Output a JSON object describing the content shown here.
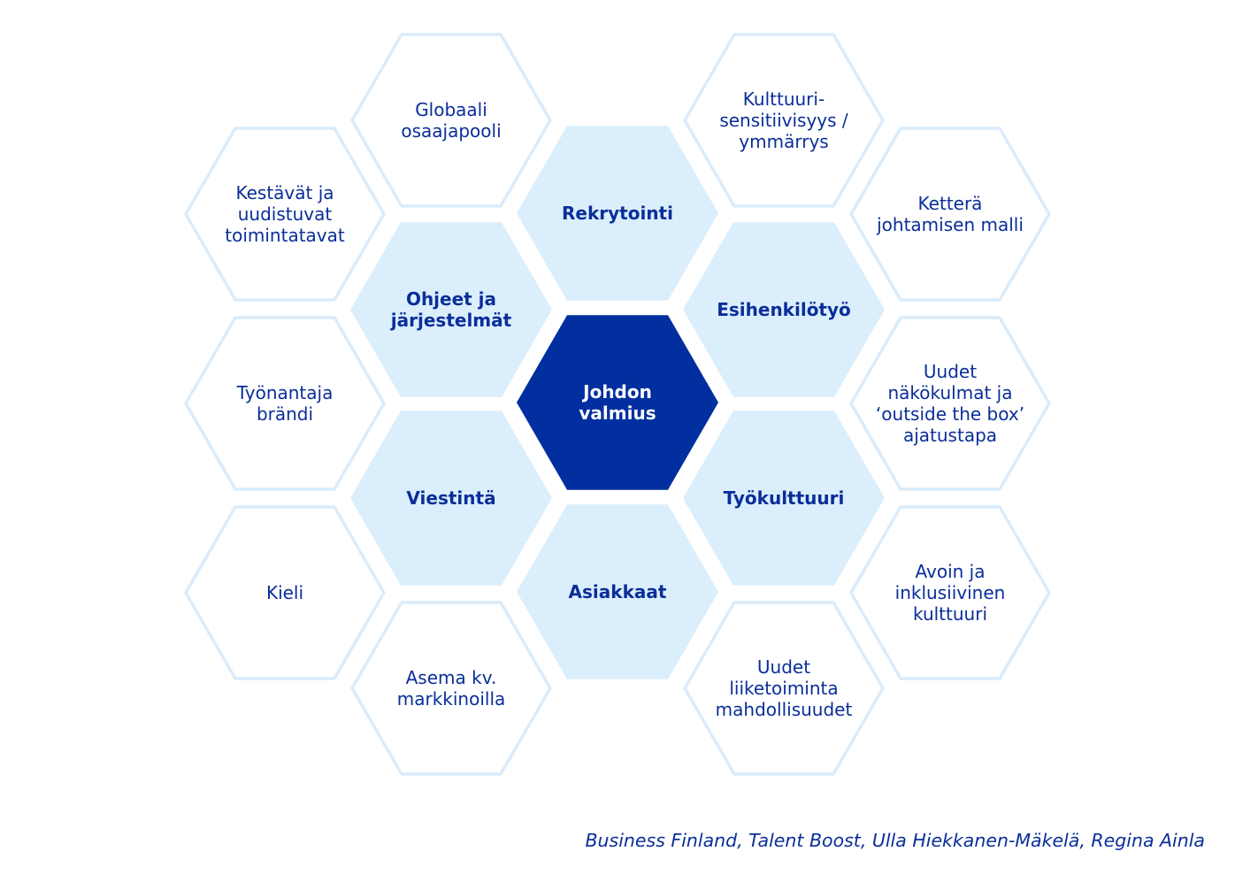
{
  "colors": {
    "core_fill": "#012fa0",
    "core_text": "#ffffff",
    "mid_fill": "#dbeefc",
    "mid_text": "#0a2e99",
    "outer_fill": "#ffffff",
    "outer_stroke": "#daecfb",
    "outer_text": "#0a2e99"
  },
  "center": {
    "lines": [
      "Johdon",
      "valmius"
    ]
  },
  "inner_ring": [
    {
      "id": "rekrytointi",
      "lines": [
        "Rekrytointi"
      ]
    },
    {
      "id": "esihenkilotyo",
      "lines": [
        "Esihenkilötyö"
      ]
    },
    {
      "id": "tyokulttuuri",
      "lines": [
        "Työkulttuuri"
      ]
    },
    {
      "id": "asiakkaat",
      "lines": [
        "Asiakkaat"
      ]
    },
    {
      "id": "viestinta",
      "lines": [
        "Viestintä"
      ]
    },
    {
      "id": "ohjeet-ja-jarjestelmat",
      "lines": [
        "Ohjeet ja",
        "järjestelmät"
      ]
    }
  ],
  "outer_ring": [
    {
      "id": "globaali-osaajapooli",
      "lines": [
        "Globaali",
        "osaajapooli"
      ]
    },
    {
      "id": "kulttuurisensitiivisyys",
      "lines": [
        "Kulttuuri-",
        "sensitiivisyys /",
        "ymmärrys"
      ]
    },
    {
      "id": "kettera-johtamisen-malli",
      "lines": [
        "Ketterä",
        "johtamisen malli"
      ]
    },
    {
      "id": "uudet-nakokulmat",
      "lines": [
        "Uudet",
        "näkökulmat ja",
        "‘outside the box’",
        "ajatustapa"
      ]
    },
    {
      "id": "avoin-ja-inklusiivinen-kulttuuri",
      "lines": [
        "Avoin ja",
        "inklusiivinen",
        "kulttuuri"
      ]
    },
    {
      "id": "uudet-liiketoimintamahdollisuudet",
      "lines": [
        "Uudet",
        "liiketoiminta",
        "mahdollisuudet"
      ]
    },
    {
      "id": "asema-kv-markkinoilla",
      "lines": [
        "Asema kv.",
        "markkinoilla"
      ]
    },
    {
      "id": "kieli",
      "lines": [
        "Kieli"
      ]
    },
    {
      "id": "tyonantajabrandi",
      "lines": [
        "Työnantaja",
        "brändi"
      ]
    },
    {
      "id": "kestavat-toimintatavat",
      "lines": [
        "Kestävät ja",
        "uudistuvat",
        "toimintatavat"
      ]
    }
  ],
  "credit": "Business Finland, Talent Boost, Ulla Hiekkanen-Mäkelä, Regina Ainla"
}
